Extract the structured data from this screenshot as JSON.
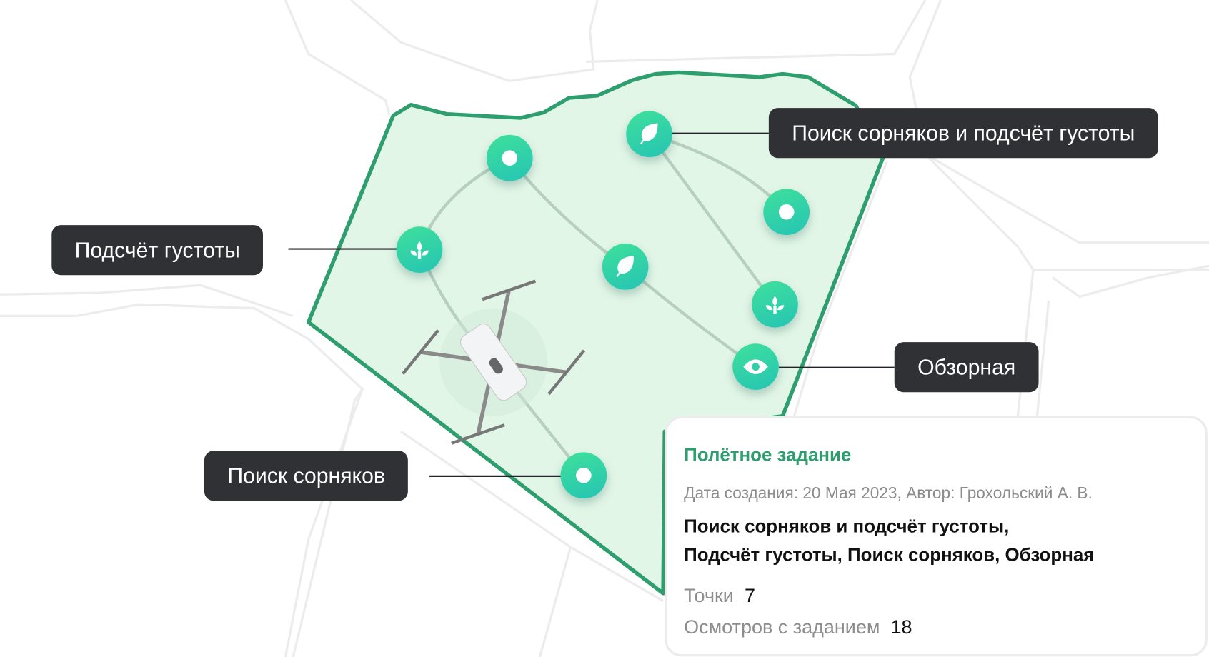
{
  "colors": {
    "accent": "#2e9e6e",
    "field_fill": "#e2f6e8",
    "label_bg": "#303134"
  },
  "labels": [
    {
      "text": "Поиск сорняков и подсчёт густоты",
      "icon": "leaf-icon"
    },
    {
      "text": "Подсчёт густоты",
      "icon": "sprout-icon"
    },
    {
      "text": "Обзорная",
      "icon": "eye-icon"
    },
    {
      "text": "Поиск сорняков",
      "icon": "dot-icon"
    }
  ],
  "card": {
    "title": "Полётное задание",
    "meta": "Дата создания: 20 Мая 2023, Автор: Грохольский А. В.",
    "types_line1": "Поиск сорняков и подсчёт густоты,",
    "types_line2": "Подсчёт густоты, Поиск сорняков, Обзорная",
    "points_label": "Точки",
    "points_value": "7",
    "inspections_label": "Осмотров с заданием",
    "inspections_value": "18"
  }
}
